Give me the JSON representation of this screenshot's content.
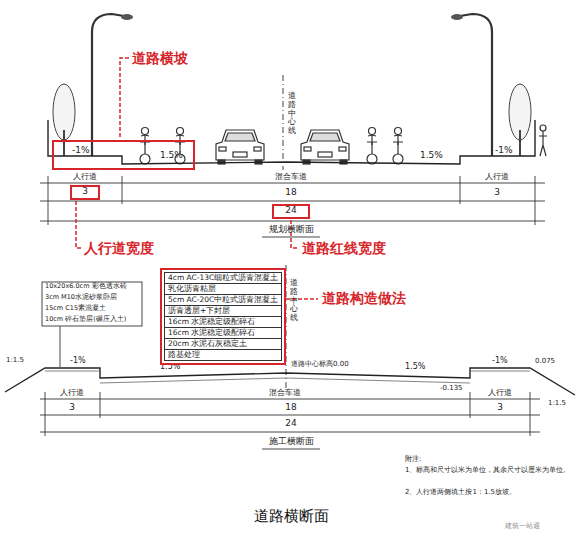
{
  "diagram": {
    "caption": "道路横断面",
    "nodes": [
      {
        "text": [
          "道路横坡",
          "-1%",
          "1.5%"
        ]
      },
      {
        "text": [
          "人行道宽度",
          "3"
        ]
      },
      {
        "text": [
          "道路红线宽度",
          "24"
        ]
      },
      {
        "text": [
          "道路构造做法",
          "4cm AC-13C细粒式沥青混凝土",
          "乳化沥青粘层",
          "5cm AC-20C中粒式沥青混凝土",
          "沥青透层+下封层",
          "16cm 水泥稳定级配碎石",
          "16cm 水泥稳定级配碎石",
          "20cm 水泥石灰稳定土",
          "路基处理"
        ]
      }
    ],
    "labels": [
      "人行道",
      "混合车道",
      "人行道",
      "18",
      "3",
      "-1%",
      "1.5%",
      "道路中心线",
      "规划横断面",
      "10x20x6.0cm 彩色透水砖",
      "3cm M10水泥砂浆卧层",
      "15cm C15素混凝土",
      "10cm 碎石垫层(碾压入土)",
      "道路中心线",
      "1:1.5",
      "-1%",
      "1.5%",
      "道路中心标高0.00",
      "1.5%",
      "-0.135",
      "-1%",
      "0.075",
      "1:1.5",
      "人行道",
      "混合车道",
      "人行道",
      "3",
      "18",
      "3",
      "24",
      "施工横断面",
      "附注:",
      "1、标高和尺寸以米为单位，其余尺寸以厘米为单位。",
      "2、人行道两侧填土按1：1.5放坡。",
      "建筑一站通"
    ]
  }
}
